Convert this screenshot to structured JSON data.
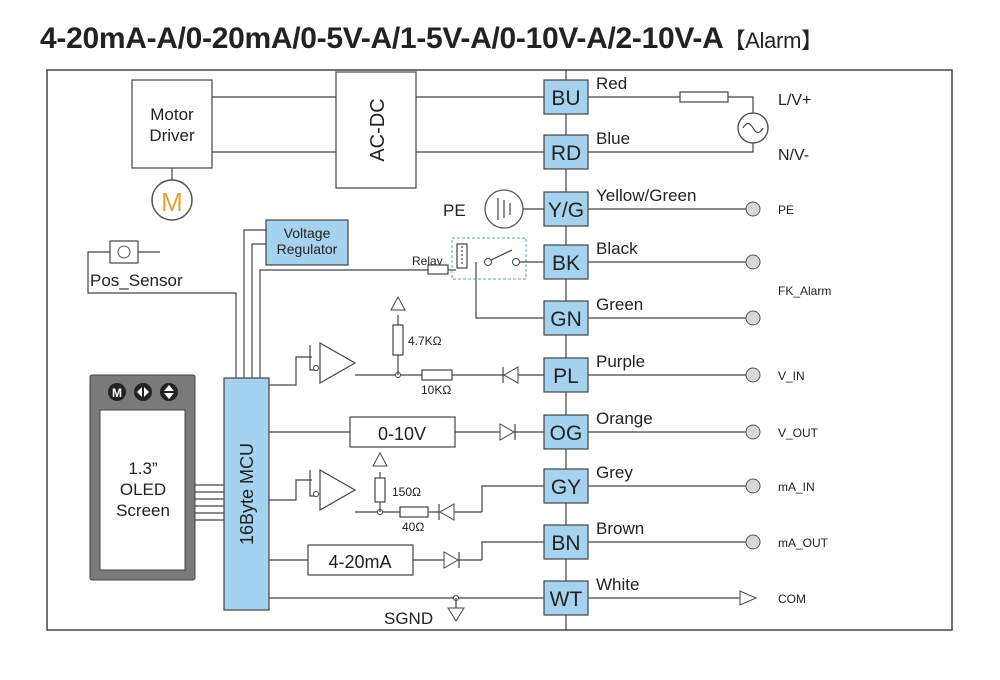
{
  "title": {
    "main": "4-20mA-A/0-20mA/0-5V-A/1-5V-A/0-10V-A/2-10V-A",
    "suffix": "【Alarm】"
  },
  "blocks": {
    "motor_driver": [
      "Motor",
      "Driver"
    ],
    "motor_symbol": "M",
    "ac_dc": "AC-DC",
    "voltage_regulator": [
      "Voltage",
      "Regulator"
    ],
    "pos_sensor": "Pos_Sensor",
    "oled": [
      "1.3”",
      "OLED",
      "Screen"
    ],
    "mcu": "16Byte MCU",
    "range_0_10v": "0-10V",
    "range_4_20ma": "4-20mA",
    "relay": "Relay",
    "pe": "PE",
    "sgnd": "SGND",
    "res_4k7": "4.7KΩ",
    "res_10k": "10KΩ",
    "res_150": "150Ω",
    "res_40": "40Ω"
  },
  "terminals": [
    {
      "code": "BU",
      "color": "Red",
      "ext": "L/V+"
    },
    {
      "code": "RD",
      "color": "Blue",
      "ext": "N/V-"
    },
    {
      "code": "Y/G",
      "color": "Yellow/Green",
      "ext": "PE"
    },
    {
      "code": "BK",
      "color": "Black",
      "ext": ""
    },
    {
      "code": "GN",
      "color": "Green",
      "ext": ""
    },
    {
      "code": "PL",
      "color": "Purple",
      "ext": "V_IN"
    },
    {
      "code": "OG",
      "color": "Orange",
      "ext": "V_OUT"
    },
    {
      "code": "GY",
      "color": "Grey",
      "ext": "mA_IN"
    },
    {
      "code": "BN",
      "color": "Brown",
      "ext": "mA_OUT"
    },
    {
      "code": "WT",
      "color": "White",
      "ext": "COM"
    }
  ],
  "fk_alarm": "FK_Alarm",
  "colors": {
    "block_fill": "#a5d3ef",
    "line": "#444444",
    "motor_orange": "#e3a33b",
    "oled_panel": "#7a7a7a"
  }
}
